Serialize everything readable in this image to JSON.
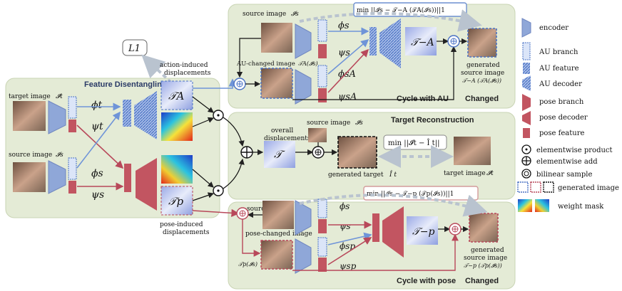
{
  "colors": {
    "panel": "#e4ebd6",
    "panel_border": "#c9d4b4",
    "encoder": "#8fa7d8",
    "au": "#4a72c4",
    "pose": "#c25561",
    "arrow_blue": "#6f94d8",
    "arrow_red": "#b8485a",
    "loss_blue_border": "#6d8fd0",
    "loss_red_border": "#d39b9b",
    "dashed_gray": "#b9c3cf"
  },
  "panels": {
    "feature": {
      "title": "Feature Disentangling"
    },
    "cycle_au": {
      "title": "Cycle with AU",
      "changed": "Changed"
    },
    "target": {
      "title": "Target  Reconstruction"
    },
    "cycle_pose": {
      "title": "Cycle with pose",
      "changed": "Changed"
    }
  },
  "feature": {
    "target_label": "target image",
    "target_sym": "𝓘t",
    "source_label": "source image",
    "source_sym": "𝓘s",
    "phi_t": "ϕt",
    "psi_t": "ψt",
    "phi_s": "ϕs",
    "psi_s": "ψs"
  },
  "l1": "L1",
  "action": {
    "line1": "action-induced",
    "line2": "displacements",
    "tau": "𝒯A"
  },
  "posed": {
    "line1": "pose-induced",
    "line2": "displacements",
    "tau": "𝒯p"
  },
  "center": {
    "overall1": "overall",
    "overall2": "displacements",
    "tau": "𝒯",
    "source_label": "source image",
    "source_sym": "𝓘s",
    "generated_target": "generated target",
    "generated_sym": "Î t",
    "target_label": "target image",
    "target_sym": "𝓘t",
    "loss": "min ||𝓘t − Î t||"
  },
  "cycle_au": {
    "source_label": "source image",
    "source_sym": "𝓘s",
    "changed_label": "AU-changed image",
    "changed_sym": "𝒯A(𝓘s)",
    "phi_s": "ϕs",
    "psi_s": "ψs",
    "phi_sA": "ϕsA",
    "psi_sA": "ψsA",
    "tau_inv": "𝒯−A",
    "gen1": "generated",
    "gen2": "source image",
    "gen3": "𝒯−A (𝒯A(𝓘s))",
    "loss": "min ||𝓘s − 𝒯−A (𝒯A(𝓘s))||1"
  },
  "cycle_pose": {
    "source_label": "source image",
    "changed_label": "pose-changed image",
    "changed_sym": "𝒯p(𝓘s)",
    "phi_s": "ϕs",
    "psi_s": "ψs",
    "phi_sP": "ϕsp",
    "psi_sP": "ψsp",
    "tau_inv": "𝒯−p",
    "gen1": "generated",
    "gen2": "source image",
    "gen3": "𝒯−p (𝒯p(𝓘s))",
    "loss": "min ||𝓘s − 𝒯−p (𝒯p(𝓘s))||1"
  },
  "legend": {
    "encoder": "encoder",
    "au_branch": "AU branch",
    "au_feature": "AU feature",
    "au_decoder": "AU decoder",
    "pose_branch": "pose branch",
    "pose_decoder": "pose decoder",
    "pose_feature": "pose feature",
    "elementwise_product": "elementwise product",
    "elementwise_add": "elementwise add",
    "bilinear_sample": "bilinear sample",
    "generated_image": "generated image",
    "weight_mask": "weight mask"
  }
}
